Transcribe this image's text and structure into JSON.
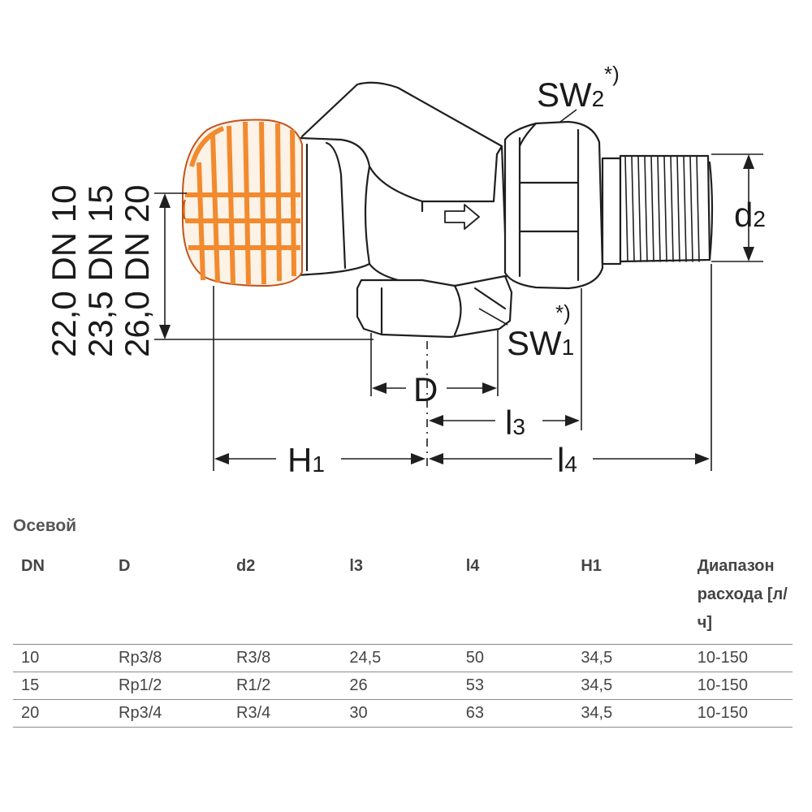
{
  "drawing": {
    "dim_labels": {
      "sw2": "SW",
      "sw2_sub": "2",
      "sw2_sup": "*)",
      "sw1": "SW",
      "sw1_sub": "1",
      "sw1_sup": "*)",
      "d2": "d",
      "d2_sub": "2",
      "D": "D",
      "l3": "l",
      "l3_sub": "3",
      "l4": "l",
      "l4_sub": "4",
      "H1": "H",
      "H1_sub": "1"
    },
    "vertical_labels": [
      "22,0 DN 10",
      "23,5 DN 15",
      "26,0 DN 20"
    ],
    "colors": {
      "handle": "#f28a2e",
      "handle_dark": "#c4521a",
      "outline": "#1f1f1f",
      "body": "#ffffff"
    }
  },
  "table": {
    "title": "Осевой",
    "headers": [
      "DN",
      "D",
      "d2",
      "l3",
      "l4",
      "H1",
      "Диапазон расхода [л/ч]"
    ],
    "rows": [
      [
        "10",
        "Rp3/8",
        "R3/8",
        "24,5",
        "50",
        "34,5",
        "10-150"
      ],
      [
        "15",
        "Rp1/2",
        "R1/2",
        "26",
        "53",
        "34,5",
        "10-150"
      ],
      [
        "20",
        "Rp3/4",
        "R3/4",
        "30",
        "63",
        "34,5",
        "10-150"
      ]
    ]
  }
}
